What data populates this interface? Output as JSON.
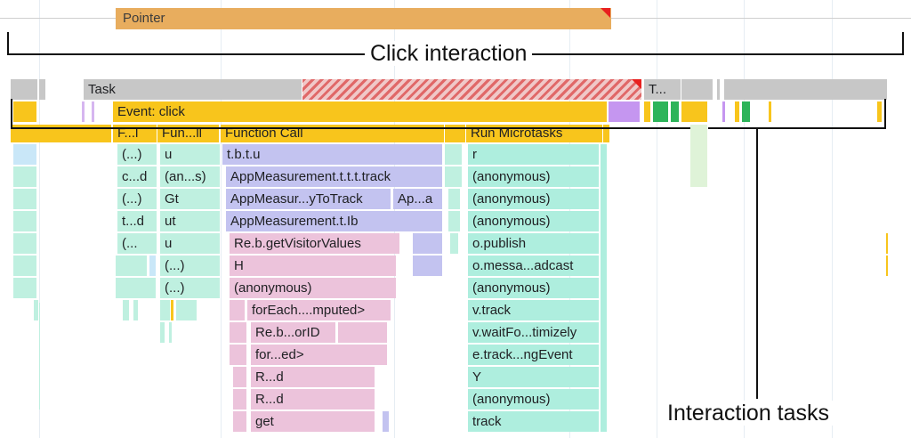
{
  "pointer_track": {
    "label": "Pointer"
  },
  "annotations": {
    "click_interaction": "Click interaction",
    "interaction_tasks": "Interaction tasks"
  },
  "task_row": {
    "task": "Task",
    "task2": "T..."
  },
  "event_row": {
    "event": "Event: click"
  },
  "call_row": {
    "f1": "F...l",
    "f2": "Fun...ll",
    "f3": "Function Call",
    "f4": "Run Microtasks"
  },
  "col1": [
    "(...)",
    "c...d",
    "(...)",
    "t...d",
    "(..."
  ],
  "col2": [
    "u",
    "(an...s)",
    "Gt",
    "ut",
    "u",
    "(...)",
    "(...)"
  ],
  "col3": [
    "t.b.t.u",
    "AppMeasurement.t.t.t.track",
    "AppMeasur...yToTrack",
    "AppMeasurement.t.Ib",
    "Re.b.getVisitorValues",
    "H",
    "(anonymous)",
    "forEach....mputed>",
    "Re.b...orID",
    "for...ed>",
    "R...d",
    "R...d",
    "get"
  ],
  "col3b": {
    "apa": "Ap...a"
  },
  "col4": [
    "r",
    "(anonymous)",
    "(anonymous)",
    "(anonymous)",
    "o.publish",
    "o.messa...adcast",
    "(anonymous)",
    "v.track",
    "v.waitFo...timizely",
    "e.track...ngEvent",
    "Y",
    "(anonymous)",
    "track"
  ],
  "colors": {
    "pointer": "#e8ad5e",
    "event": "#f8c51c",
    "task": "#c7c7c7",
    "long_task_hatch": "#e06868",
    "script_teal": "#bff0e0",
    "script_purple": "#c3c3f0",
    "script_pink": "#ecc3db",
    "corner_red": "#e8201f"
  }
}
